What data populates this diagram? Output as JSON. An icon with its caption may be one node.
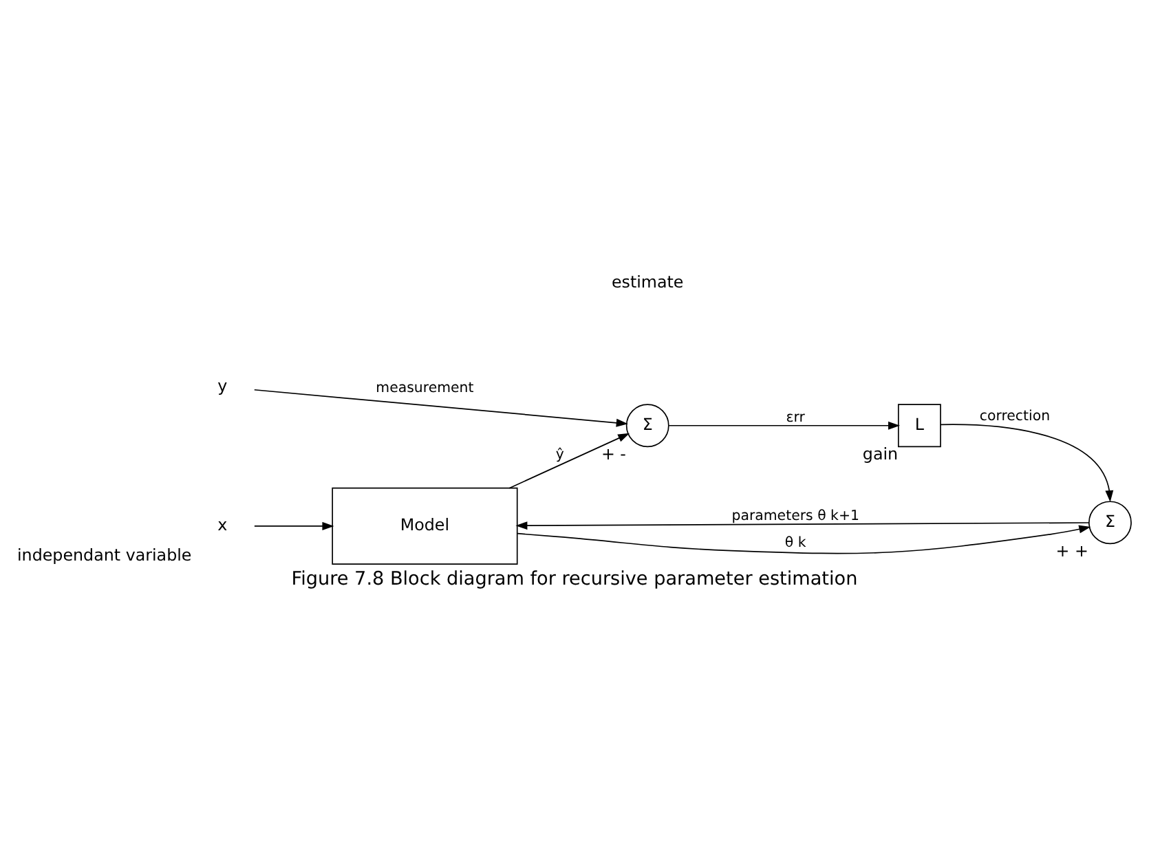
{
  "diagram": {
    "caption": "Figure 7.8 Block diagram for recursive parameter estimation",
    "nodes": [
      {
        "text": [
          "x"
        ],
        "beside": [
          "independant variable"
        ]
      },
      {
        "text": [
          "Model"
        ]
      },
      {
        "text": [
          "Σ"
        ],
        "beside": [
          "+",
          "+"
        ]
      },
      {
        "text": [
          "L"
        ],
        "beside": [
          "gain"
        ]
      },
      {
        "text": [
          "Σ"
        ],
        "beside": [
          "+",
          "-"
        ]
      },
      {
        "text": [
          "y"
        ]
      }
    ],
    "edges": [
      {
        "from": 0,
        "to": 1,
        "arrow": "to"
      },
      {
        "from": 1,
        "to": 4,
        "arrow": "to",
        "label": "ŷ"
      },
      {
        "from": 5,
        "to": 4,
        "arrow": "to",
        "label": "measurement"
      },
      {
        "from": 4,
        "to": 3,
        "arrow": "to",
        "label": "εrr"
      },
      {
        "from": 3,
        "to": 2,
        "arrow": "to",
        "label": "correction"
      },
      {
        "from": 2,
        "to": 1,
        "arrow": "to",
        "label": "parameters θ k+1"
      },
      {
        "from": 1,
        "to": 2,
        "arrow": "to",
        "label": "θ k"
      }
    ],
    "labels": [
      "estimate"
    ]
  }
}
